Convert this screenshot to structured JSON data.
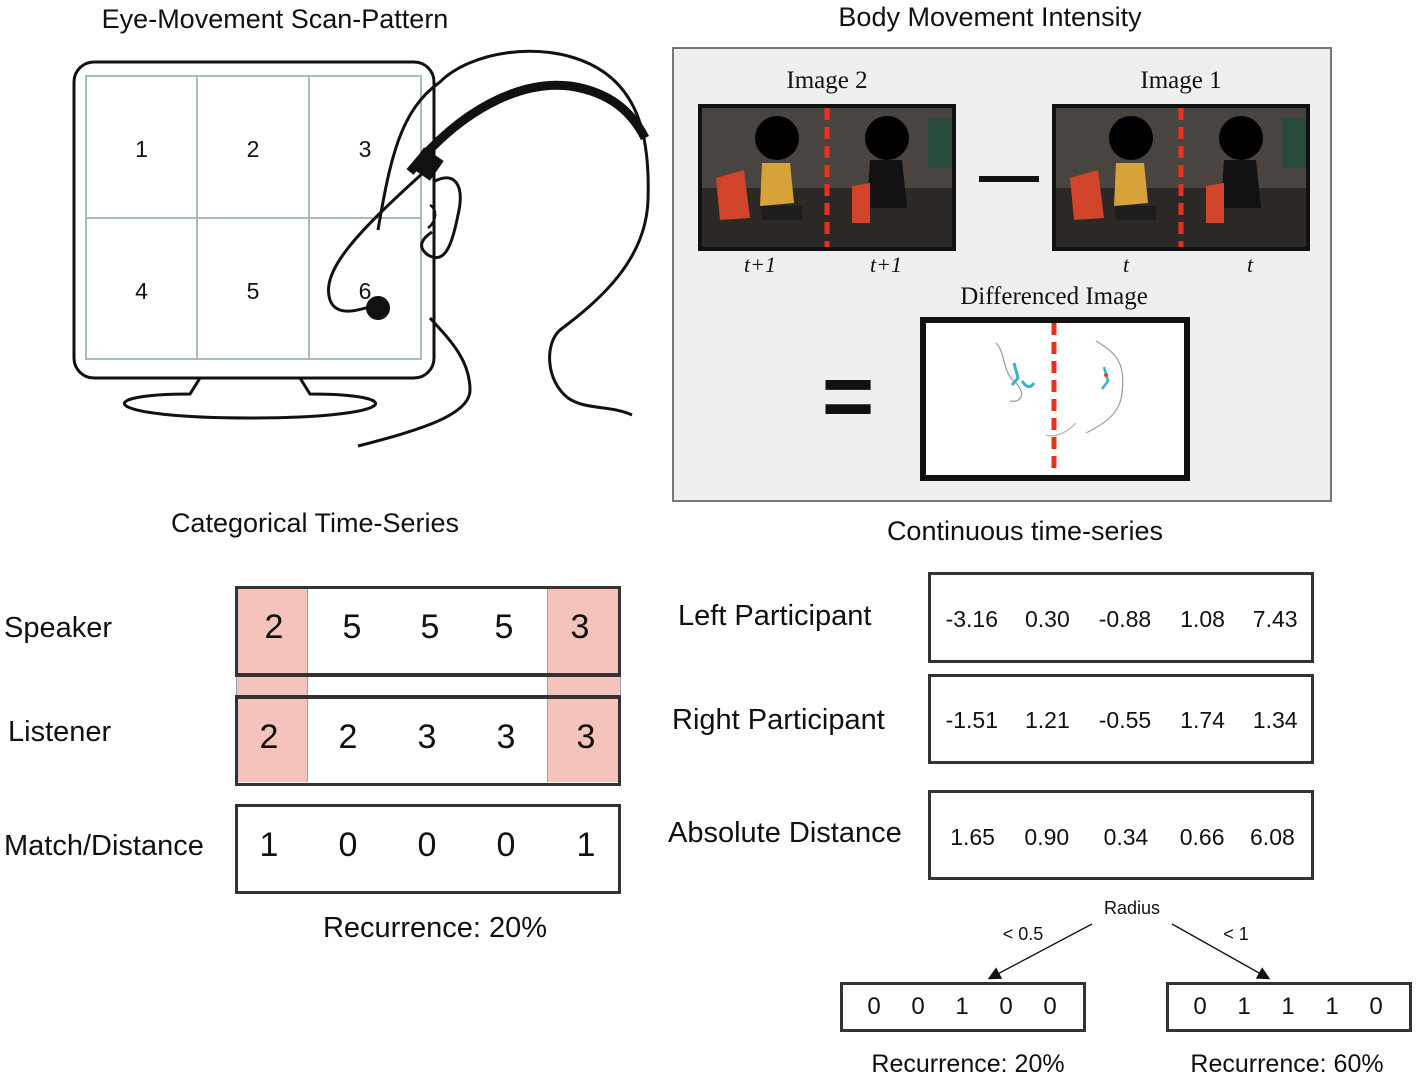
{
  "eye_panel": {
    "title": "Eye-Movement Scan-Pattern",
    "grid_labels": [
      "1",
      "2",
      "3",
      "4",
      "5",
      "6"
    ]
  },
  "body_panel": {
    "title": "Body Movement Intensity",
    "image2_label": "Image 2",
    "image1_label": "Image 1",
    "image2_time": [
      "t+1",
      "t+1"
    ],
    "image1_time": [
      "t",
      "t"
    ],
    "minus_sign": "—",
    "equals_sign": "=",
    "diff_label": "Differenced Image"
  },
  "categorical": {
    "title": "Categorical Time-Series",
    "speaker_label": "Speaker",
    "listener_label": "Listener",
    "match_label": "Match/Distance",
    "speaker": [
      "2",
      "5",
      "5",
      "5",
      "3"
    ],
    "listener": [
      "2",
      "2",
      "3",
      "3",
      "3"
    ],
    "match": [
      "1",
      "0",
      "0",
      "0",
      "1"
    ],
    "recurrence": "Recurrence: 20%",
    "highlight_color": "#f4c3bb"
  },
  "continuous": {
    "title": "Continuous time-series",
    "left_label": "Left Participant",
    "right_label": "Right Participant",
    "abs_label": "Absolute Distance",
    "left_values": [
      "-3.16",
      "0.30",
      "-0.88",
      "1.08",
      "7.43"
    ],
    "right_values": [
      "-1.51",
      "1.21",
      "-0.55",
      "1.74",
      "1.34"
    ],
    "abs_values": [
      "1.65",
      "0.90",
      "0.34",
      "0.66",
      "6.08"
    ],
    "radius_label": "Radius",
    "radius_left": "< 0.5",
    "radius_right": "< 1",
    "binary_left": [
      "0",
      "0",
      "1",
      "0",
      "0"
    ],
    "binary_right": [
      "0",
      "1",
      "1",
      "1",
      "0"
    ],
    "recurrence_left": "Recurrence: 20%",
    "recurrence_right": "Recurrence: 60%"
  },
  "colors": {
    "red_dash": "#e8301c",
    "grid_line": "#9fc0b4",
    "panel_bg": "#efefef"
  }
}
